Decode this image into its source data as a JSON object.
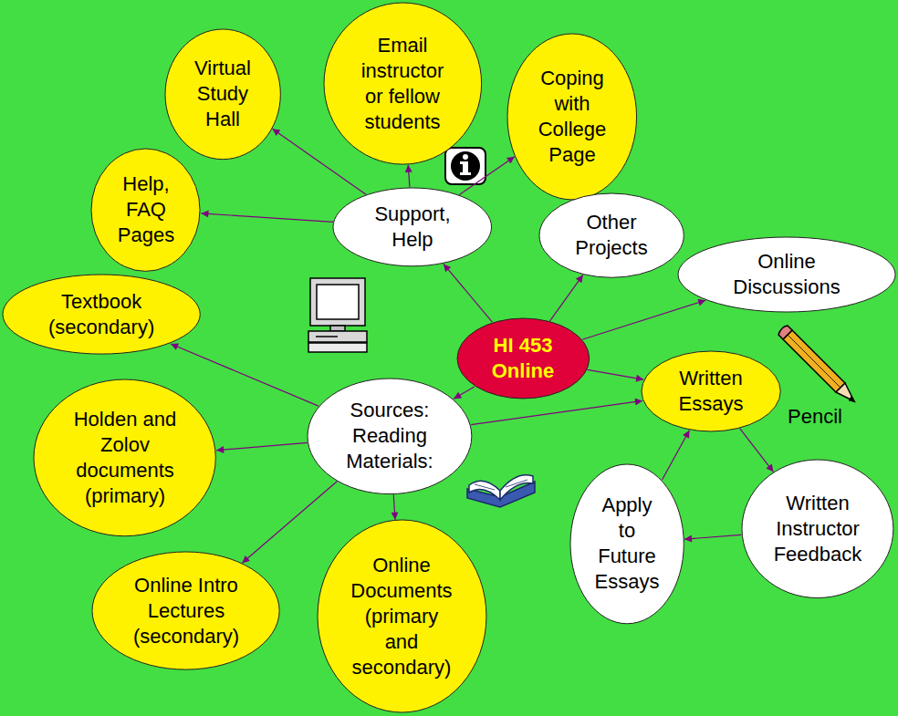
{
  "diagram": {
    "nodes": [
      {
        "text": [
          "Virtual Study Hall"
        ]
      },
      {
        "text": [
          "Email instructor or fellow students"
        ]
      },
      {
        "text": [
          "Coping with College Page"
        ]
      },
      {
        "text": [
          "Help, FAQ Pages"
        ]
      },
      {
        "text": [
          "Support, Help"
        ]
      },
      {
        "text": [
          "Other Projects"
        ]
      },
      {
        "text": [
          "Online Discussions"
        ]
      },
      {
        "text": [
          "Textbook (secondary)"
        ]
      },
      {
        "text": [
          "HI 453 Online"
        ]
      },
      {
        "text": [
          "Written Essays"
        ]
      },
      {
        "text": [
          "Holden and Zolov documents (primary)"
        ]
      },
      {
        "text": [
          "Sources: Reading Materials:"
        ]
      },
      {
        "text": [
          "Apply to Future Essays"
        ]
      },
      {
        "text": [
          "Written Instructor Feedback"
        ]
      },
      {
        "text": [
          "Online Intro Lectures (secondary)"
        ]
      },
      {
        "text": [
          "Online Documents (primary and secondary)"
        ]
      }
    ],
    "edges": [
      {
        "from": 8,
        "to": 4,
        "arrow": "to"
      },
      {
        "from": 8,
        "to": 5,
        "arrow": "to"
      },
      {
        "from": 8,
        "to": 6,
        "arrow": "to"
      },
      {
        "from": 8,
        "to": 9,
        "arrow": "to"
      },
      {
        "from": 8,
        "to": 11,
        "arrow": "to"
      },
      {
        "from": 4,
        "to": 0,
        "arrow": "to"
      },
      {
        "from": 4,
        "to": 1,
        "arrow": "to"
      },
      {
        "from": 4,
        "to": 2,
        "arrow": "to"
      },
      {
        "from": 4,
        "to": 3,
        "arrow": "to"
      },
      {
        "from": 11,
        "to": 7,
        "arrow": "to"
      },
      {
        "from": 11,
        "to": 10,
        "arrow": "to"
      },
      {
        "from": 11,
        "to": 14,
        "arrow": "to"
      },
      {
        "from": 11,
        "to": 15,
        "arrow": "to"
      },
      {
        "from": 11,
        "to": 9,
        "arrow": "to"
      },
      {
        "from": 9,
        "to": 13,
        "arrow": "to"
      },
      {
        "from": 13,
        "to": 12,
        "arrow": "to"
      },
      {
        "from": 12,
        "to": 9,
        "arrow": "to"
      }
    ],
    "labels": [
      "Pencil"
    ]
  }
}
